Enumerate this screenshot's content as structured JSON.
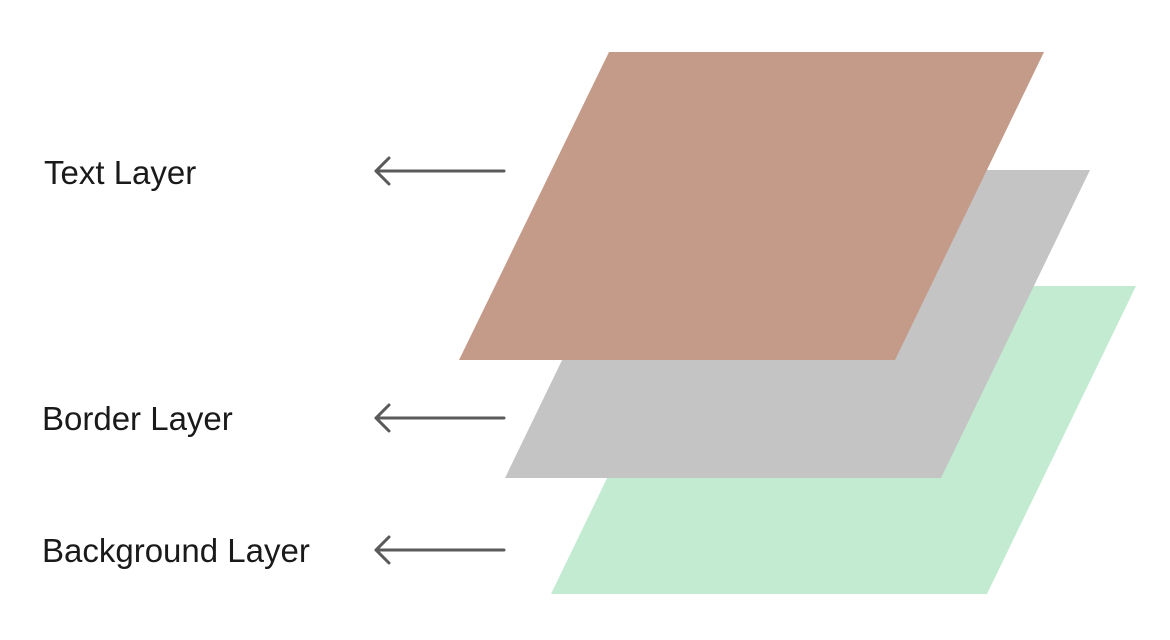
{
  "labels": {
    "text_layer": "Text Layer",
    "border_layer": "Border Layer",
    "background_layer": "Background Layer"
  },
  "colors": {
    "text_layer": "#c49a89",
    "border_layer": "#c4c4c4",
    "background_layer": "#c2ebd1",
    "arrow": "#5a5a5a",
    "label": "#1a1a1a"
  },
  "icons": {
    "pointer": "arrow-left-icon"
  }
}
